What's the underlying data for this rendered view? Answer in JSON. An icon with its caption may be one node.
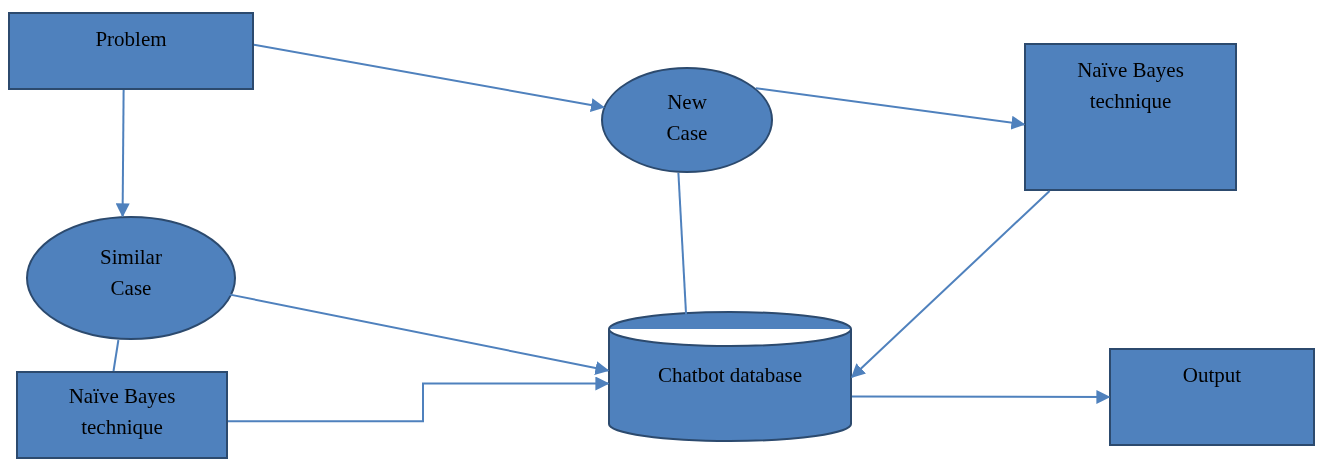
{
  "diagram": {
    "nodes": [
      {
        "text": [
          "Problem"
        ]
      },
      {
        "text": [
          "New Case"
        ]
      },
      {
        "text": [
          "Naïve Bayes technique"
        ]
      },
      {
        "text": [
          "Similar Case"
        ]
      },
      {
        "text": [
          "Chatbot database"
        ]
      },
      {
        "text": [
          "Naïve Bayes technique"
        ]
      },
      {
        "text": [
          "Output"
        ]
      }
    ],
    "edges": [
      {
        "from": 0,
        "to": 1,
        "arrow": "to"
      },
      {
        "from": 0,
        "to": 3,
        "arrow": "to"
      },
      {
        "from": 1,
        "to": 2,
        "arrow": "to"
      },
      {
        "from": 1,
        "to": 4,
        "arrow": "none"
      },
      {
        "from": 2,
        "to": 4,
        "arrow": "to"
      },
      {
        "from": 3,
        "to": 4,
        "arrow": "to"
      },
      {
        "from": 3,
        "to": 5,
        "arrow": "none"
      },
      {
        "from": 5,
        "to": 4,
        "arrow": "to"
      },
      {
        "from": 4,
        "to": 6,
        "arrow": "to"
      }
    ]
  }
}
